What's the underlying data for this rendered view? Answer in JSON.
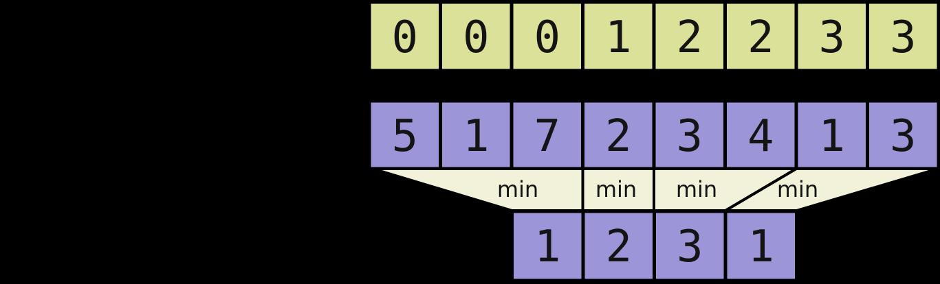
{
  "colors": {
    "background": "#000000",
    "border": "#000000",
    "text": "#141414",
    "block_index_fill": "#dce19a",
    "array_fill": "#9c96d9",
    "funnel_fill": "#f1f2d9"
  },
  "block_index_row": {
    "values": [
      "0",
      "0",
      "0",
      "1",
      "2",
      "2",
      "3",
      "3"
    ]
  },
  "array_row": {
    "values": [
      "5",
      "1",
      "7",
      "2",
      "3",
      "4",
      "1",
      "3"
    ]
  },
  "min_funnels": {
    "labels": [
      "min",
      "min",
      "min",
      "min"
    ]
  },
  "block_min_row": {
    "values": [
      "1",
      "2",
      "3",
      "1"
    ]
  }
}
